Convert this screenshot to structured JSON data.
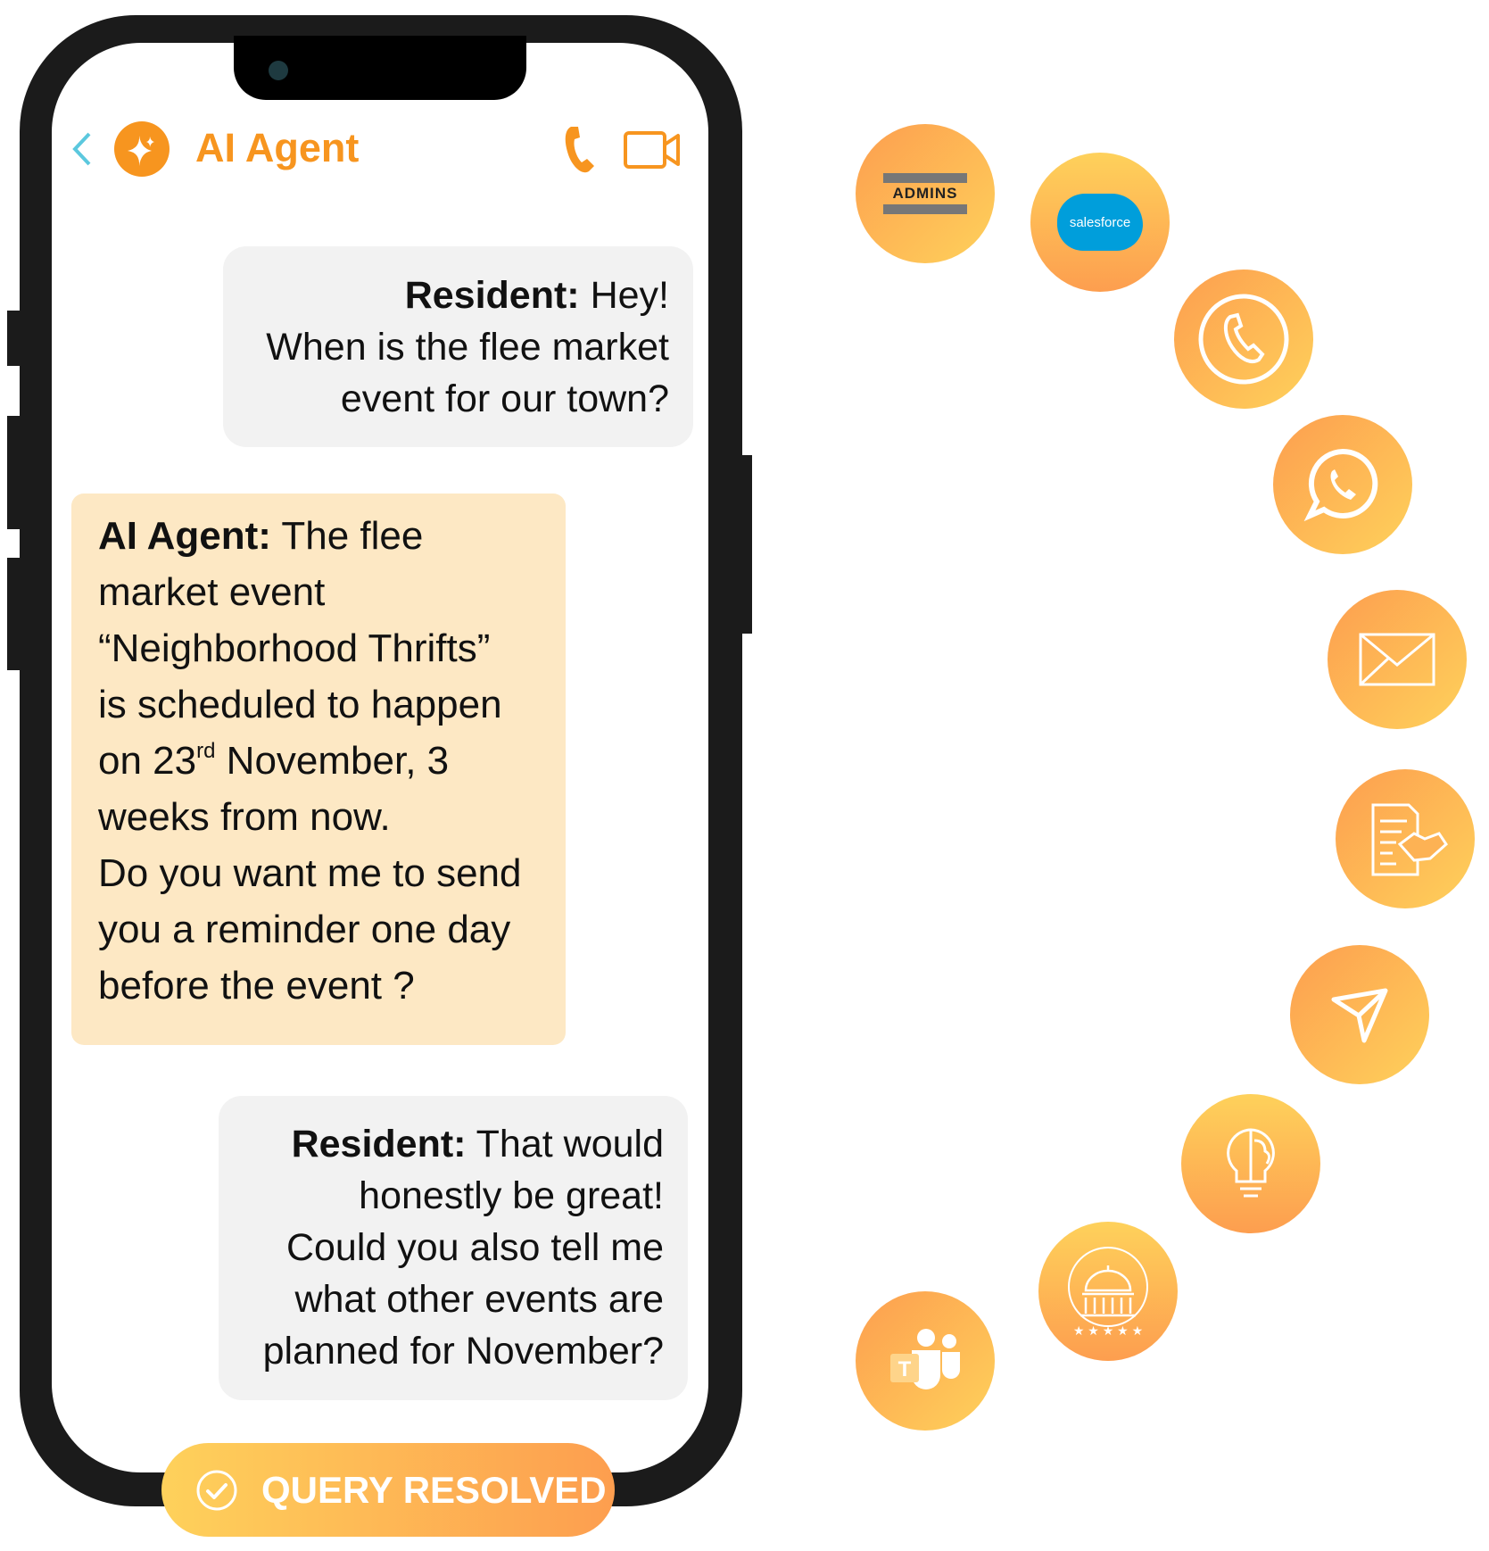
{
  "header": {
    "title": "AI Agent",
    "back_icon": "chevron-left-icon",
    "avatar_icon": "sparkle-icon",
    "call_icon": "phone-icon",
    "video_icon": "video-camera-icon"
  },
  "messages": [
    {
      "sender": "Resident:",
      "lines": [
        "Hey!",
        "When is the flee market",
        "event for our town?"
      ]
    },
    {
      "sender": "AI Agent:",
      "lines": [
        "The flee",
        "market event",
        "“Neighborhood Thrifts”",
        "is scheduled to happen",
        "on 23",
        "rd",
        " November, 3",
        "weeks from now.",
        "Do you want me to send",
        "you a reminder one day",
        "before the event ?"
      ]
    },
    {
      "sender": "Resident:",
      "lines": [
        "That would",
        "honestly be great!",
        "Could you also tell me",
        "what other events are",
        "planned for November?"
      ]
    }
  ],
  "status": {
    "label": "QUERY RESOLVED",
    "icon": "check-circle-icon"
  },
  "integrations": [
    {
      "name": "admins",
      "text": "ADMINS"
    },
    {
      "name": "salesforce",
      "text": "salesforce"
    },
    {
      "name": "phone"
    },
    {
      "name": "whatsapp"
    },
    {
      "name": "email"
    },
    {
      "name": "contract"
    },
    {
      "name": "send"
    },
    {
      "name": "ai-brain"
    },
    {
      "name": "government"
    },
    {
      "name": "teams",
      "text": "T"
    }
  ],
  "colors": {
    "accent": "#f7951f",
    "back": "#5bc8de",
    "gradient_start": "#fd9e4f",
    "gradient_end": "#fed15b",
    "ai_bubble": "#fde8c4",
    "user_bubble": "#f2f2f2",
    "salesforce": "#009edb"
  }
}
